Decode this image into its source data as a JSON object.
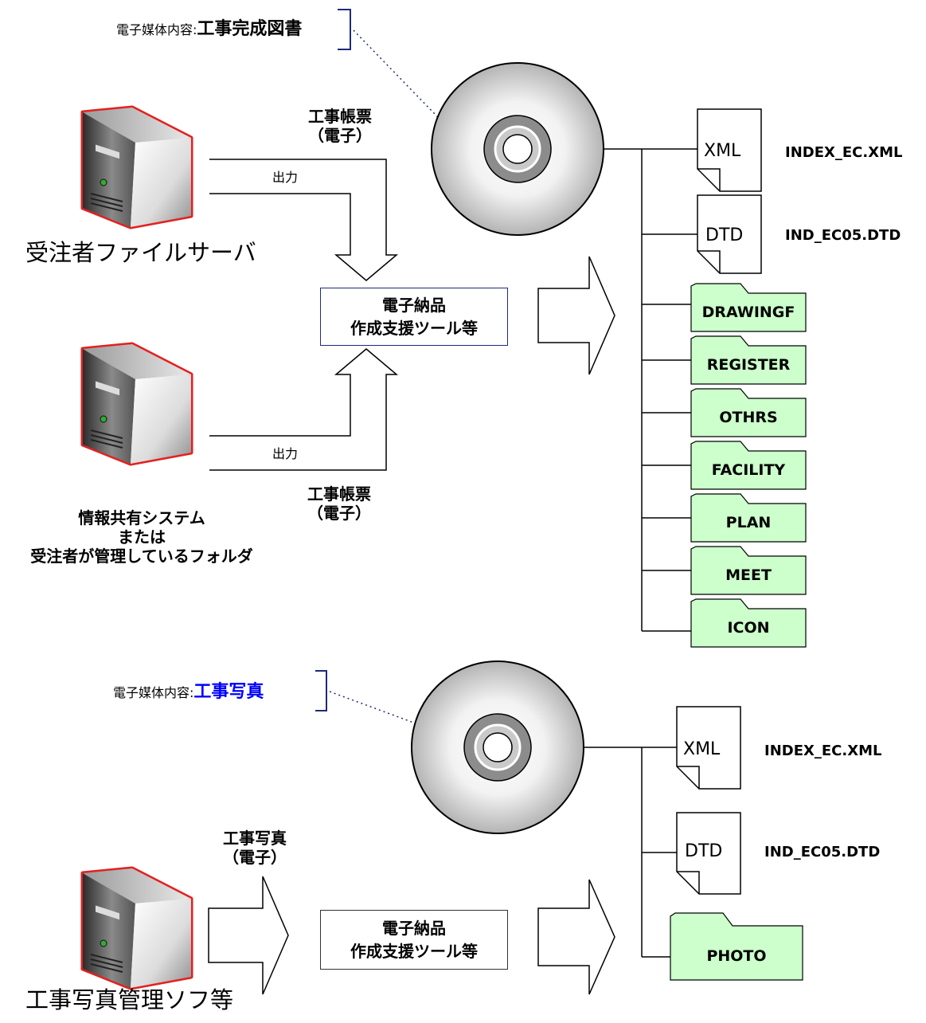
{
  "top": {
    "media_caption": "電子媒体内容:",
    "media_title": "工事完成図書",
    "server1_label": "受注者ファイルサーバ",
    "server2_label": [
      "情報共有システム",
      "または",
      "受注者が管理しているフォルダ"
    ],
    "output_label_1": "出力",
    "output_label_2": "出力",
    "ledger_label_1": [
      "工事帳票",
      "（電子）"
    ],
    "ledger_label_2": [
      "工事帳票",
      "（電子）"
    ],
    "tool_box": [
      "電子納品",
      "作成支援ツール等"
    ],
    "files": [
      {
        "icon": "XML",
        "name": "INDEX_EC.XML"
      },
      {
        "icon": "DTD",
        "name": "IND_EC05.DTD"
      }
    ],
    "folders": [
      "DRAWINGF",
      "REGISTER",
      "OTHRS",
      "FACILITY",
      "PLAN",
      "MEET",
      "ICON"
    ]
  },
  "bottom": {
    "media_caption": "電子媒体内容:",
    "media_title": "工事写真",
    "photo_label": [
      "工事写真",
      "（電子）"
    ],
    "tool_box": [
      "電子納品",
      "作成支援ツール等"
    ],
    "server_label": "工事写真管理ソフ等",
    "files": [
      {
        "icon": "XML",
        "name": "INDEX_EC.XML"
      },
      {
        "icon": "DTD",
        "name": "IND_EC05.DTD"
      }
    ],
    "folders": [
      "PHOTO"
    ]
  },
  "colors": {
    "folder_fill": "#ccffcc",
    "server_outline": "#e32020",
    "bracket": "#1f2a7a",
    "bottom_title": "#0000ff"
  }
}
